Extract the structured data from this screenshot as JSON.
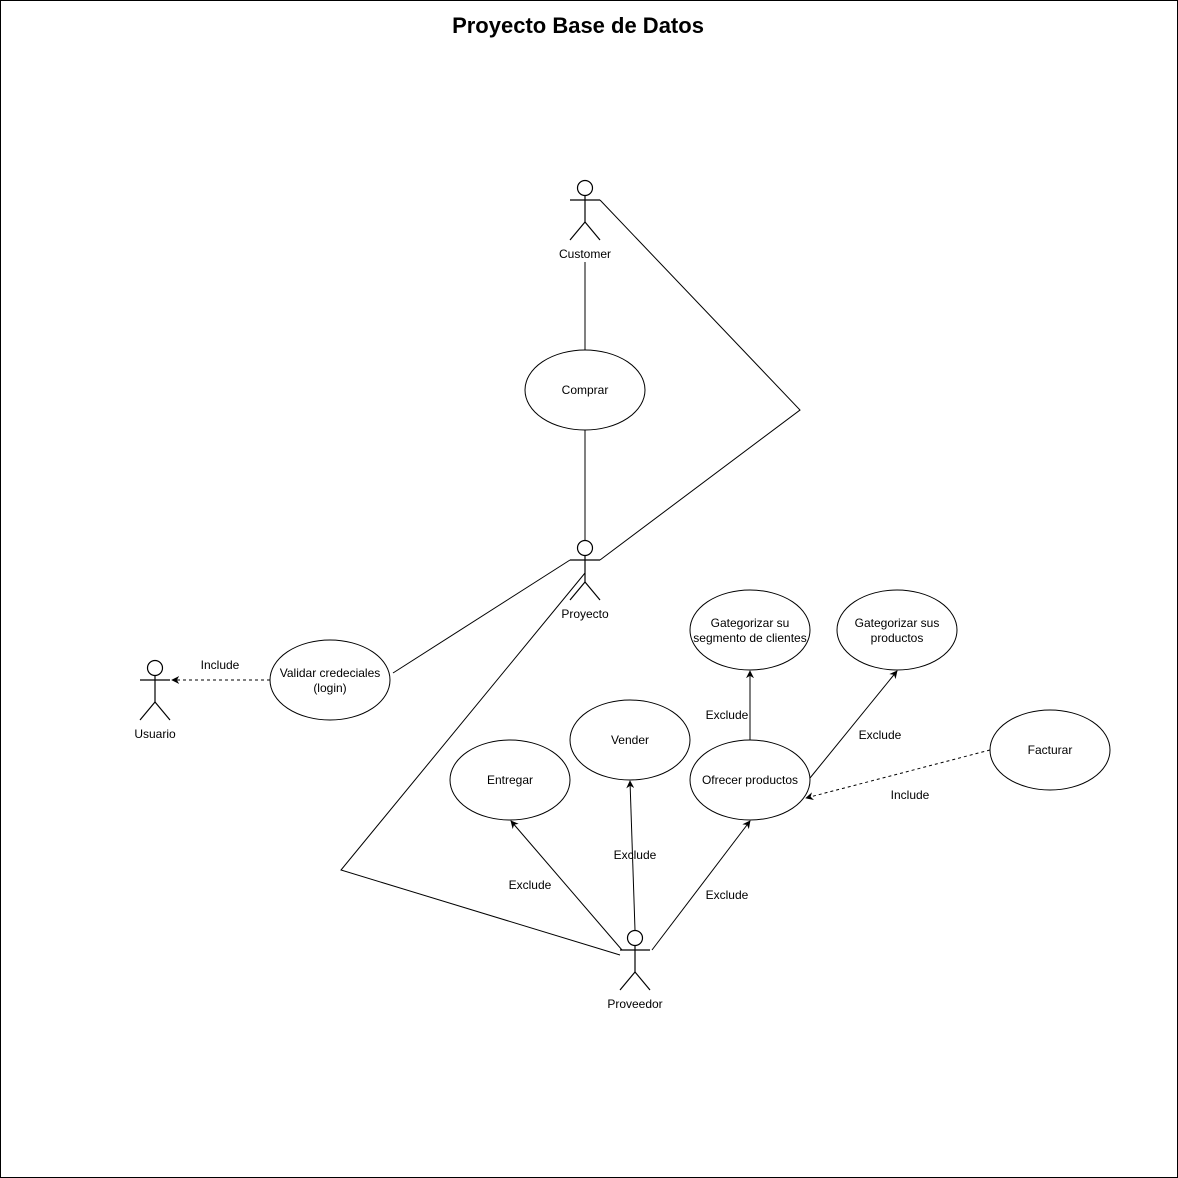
{
  "title": "Proyecto Base de Datos",
  "actors": {
    "customer": "Customer",
    "proyecto": "Proyecto",
    "usuario": "Usuario",
    "proveedor": "Proveedor"
  },
  "use_cases": {
    "comprar": "Comprar",
    "validar_line1": "Validar credeciales",
    "validar_line2": "(login)",
    "gategorizar_segmento_line1": "Gategorizar su",
    "gategorizar_segmento_line2": "segmento de clientes",
    "gategorizar_productos_line1": "Gategorizar sus",
    "gategorizar_productos_line2": "productos",
    "vender": "Vender",
    "entregar": "Entregar",
    "ofrecer": "Ofrecer productos",
    "facturar": "Facturar"
  },
  "relations": {
    "include_validar": "Include",
    "include_facturar": "Include",
    "exclude_segmento": "Exclude",
    "exclude_productos": "Exclude",
    "exclude_vender": "Exclude",
    "exclude_entregar": "Exclude",
    "exclude_ofrecer": "Exclude"
  }
}
